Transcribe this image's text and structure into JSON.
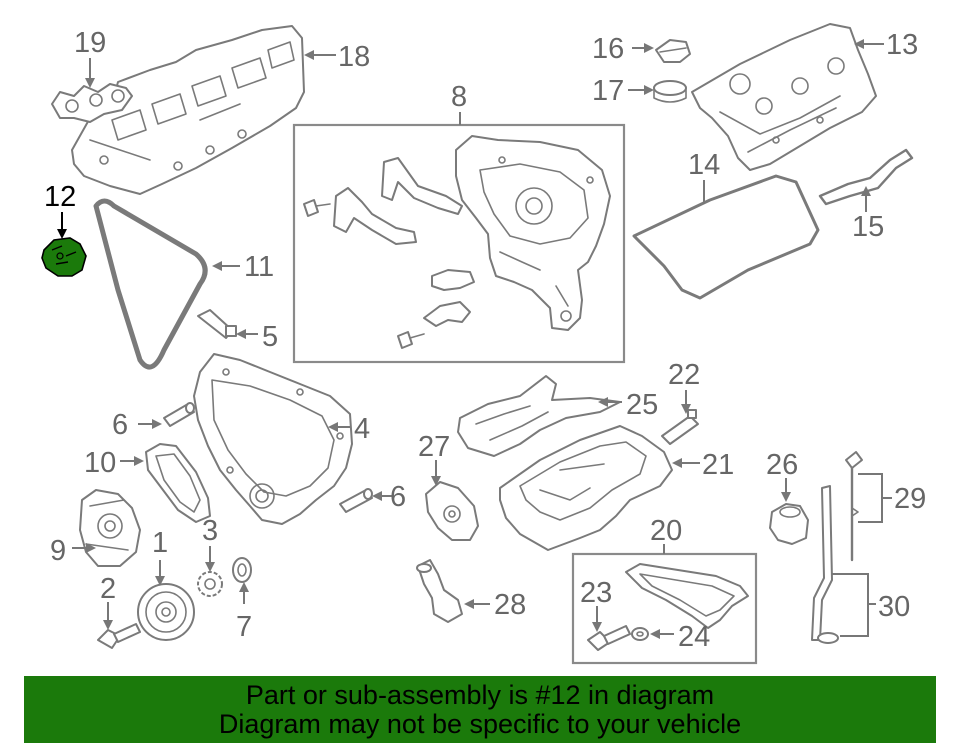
{
  "diagram": {
    "highlighted_part": "12",
    "highlight_color": "#1b7a0b",
    "line_color": "#7a7a7a",
    "callouts": [
      "1",
      "2",
      "3",
      "4",
      "5",
      "6",
      "6",
      "7",
      "8",
      "9",
      "10",
      "11",
      "12",
      "13",
      "14",
      "15",
      "16",
      "17",
      "18",
      "19",
      "20",
      "21",
      "22",
      "23",
      "24",
      "25",
      "26",
      "27",
      "28",
      "29",
      "30"
    ]
  },
  "banner": {
    "line1": "Part or sub-assembly is #12 in diagram",
    "line2": "Diagram may not be specific to your vehicle",
    "background": "#1b7a0b"
  }
}
